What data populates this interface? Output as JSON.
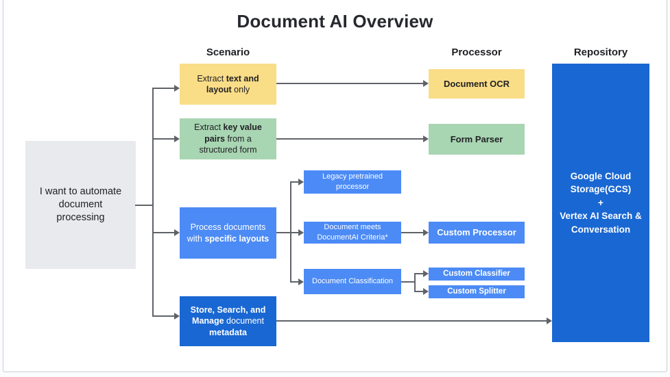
{
  "title": "Document AI Overview",
  "palette": {
    "yellow": "#FADD87",
    "green": "#A8D5B2",
    "blue": "#4C8BF5",
    "dark-blue": "#1967D2",
    "gray": "#E8EAED",
    "connector": "#5F6368",
    "text-dark": "#202124"
  },
  "columns": {
    "scenario": "Scenario",
    "processor": "Processor",
    "repository": "Repository"
  },
  "intro": {
    "text": "I want to automate\ndocument\nprocessing"
  },
  "scenario": {
    "extract_text_layout": {
      "segments": [
        {
          "t": "Extract "
        },
        {
          "t": "text and\nlayout",
          "b": true
        },
        {
          "t": " only"
        }
      ]
    },
    "extract_key_value": {
      "segments": [
        {
          "t": "Extract "
        },
        {
          "t": "key value\npairs",
          "b": true
        },
        {
          "t": " from a\nstructured form"
        }
      ]
    },
    "specific_layouts": {
      "segments": [
        {
          "t": "Process documents\nwith "
        },
        {
          "t": "specific layouts",
          "b": true
        }
      ]
    },
    "store_search_manage": {
      "segments": [
        {
          "t": "Store, Search, and\nManage",
          "b": true
        },
        {
          "t": " document\n"
        },
        {
          "t": "metadata",
          "b": true
        }
      ]
    }
  },
  "intermediate": {
    "legacy": "Legacy pretrained\nprocessor",
    "doc_meets": "Document meets\nDocumentAI Criteria*",
    "doc_classification": "Document Classification"
  },
  "processors": {
    "document_ocr": "Document OCR",
    "form_parser": "Form Parser",
    "custom_processor": "Custom Processor",
    "custom_classifier": "Custom Classifier",
    "custom_splitter": "Custom Splitter"
  },
  "repository": {
    "text": "Google Cloud\nStorage(GCS)\n+\nVertex AI Search &\nConversation"
  }
}
